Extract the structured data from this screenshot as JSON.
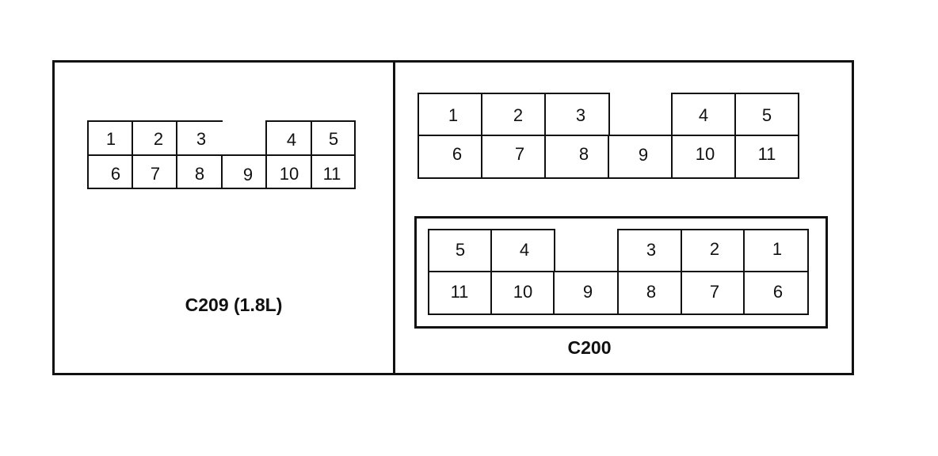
{
  "connectors": [
    {
      "id": "c209",
      "label": "C209 (1.8L)",
      "pins": {
        "p1": "1",
        "p2": "2",
        "p3": "3",
        "p4": "4",
        "p5": "5",
        "p6": "6",
        "p7": "7",
        "p8": "8",
        "p9": "9",
        "p10": "10",
        "p11": "11"
      }
    },
    {
      "id": "c200",
      "label": "C200",
      "terminal_view_pins": {
        "p1": "1",
        "p2": "2",
        "p3": "3",
        "p4": "4",
        "p5": "5",
        "p6": "6",
        "p7": "7",
        "p8": "8",
        "p9": "9",
        "p10": "10",
        "p11": "11"
      },
      "housing_view_pins": {
        "p5": "5",
        "p4": "4",
        "p3": "3",
        "p2": "2",
        "p1": "1",
        "p11": "11",
        "p10": "10",
        "p9": "9",
        "p8": "8",
        "p7": "7",
        "p6": "6"
      }
    }
  ]
}
